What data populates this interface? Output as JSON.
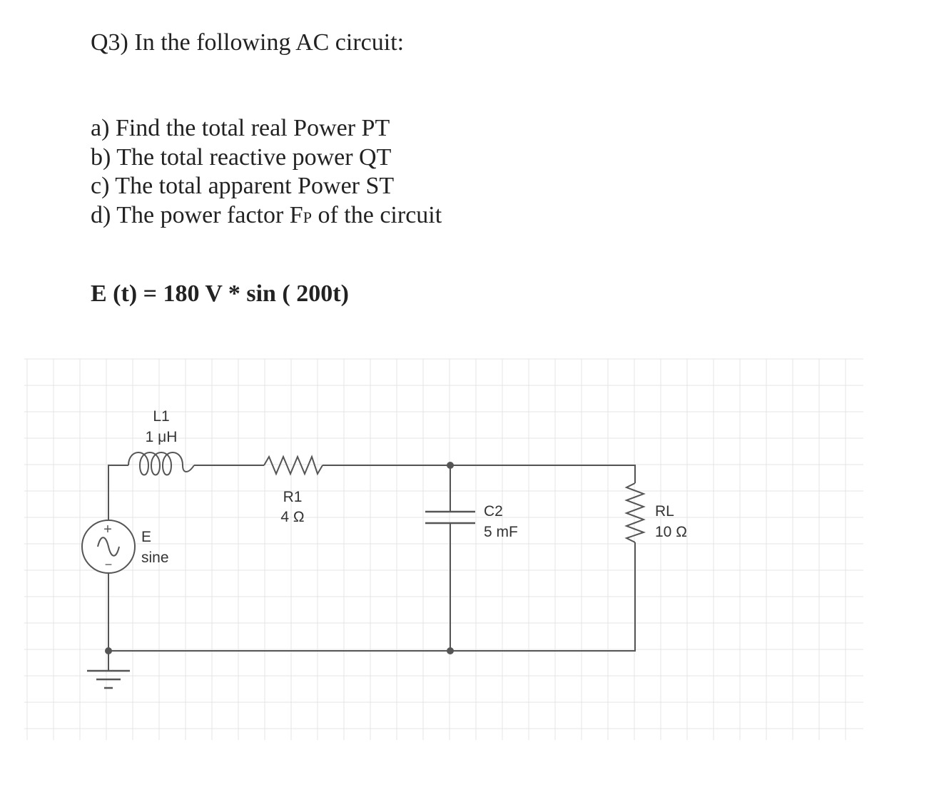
{
  "question": {
    "title": "Q3) In the following AC circuit:",
    "items": [
      {
        "prefix": "a) Find the total real Power PT",
        "sub": "",
        "suffix": ""
      },
      {
        "prefix": "b) The total reactive power QT",
        "sub": "",
        "suffix": ""
      },
      {
        "prefix": "c) The total apparent Power ST",
        "sub": "",
        "suffix": ""
      },
      {
        "prefix": "d) The power factor F",
        "sub": "P",
        "suffix": " of the circuit"
      }
    ],
    "equation": "E (t) =  180 V * sin ( 200t)"
  },
  "circuit": {
    "colors": {
      "wire": "#555555",
      "grid": "#e4e4e4",
      "label": "#333333"
    },
    "components": {
      "inductor": {
        "name": "L1",
        "value": "1 μH"
      },
      "resistor": {
        "name": "R1",
        "value": "4 Ω"
      },
      "capacitor": {
        "name": "C2",
        "value": "5 mF"
      },
      "load": {
        "name": "RL",
        "value": "10 Ω"
      },
      "source": {
        "name": "E",
        "value": "sine",
        "plus": "+",
        "minus": "−"
      }
    }
  }
}
